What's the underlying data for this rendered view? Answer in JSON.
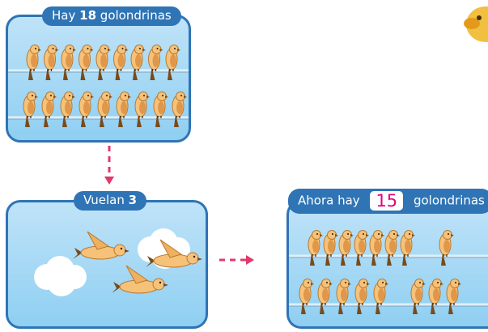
{
  "step1": {
    "text_before": "Hay",
    "number": "18",
    "text_after": "golondrinas"
  },
  "step2": {
    "text_before": "Vuelan",
    "number": "3"
  },
  "step3": {
    "text_before": "Ahora hay",
    "answer": "15",
    "text_after": "golondrinas"
  },
  "colors": {
    "frame": "#2f74b5",
    "sky": "#a9dbf6",
    "bird": "#f6c27a",
    "answer": "#e6007e",
    "arrow": "#e2386b"
  },
  "icons": [
    "swallow-icon",
    "cloud-icon",
    "arrow-down-icon",
    "arrow-right-icon"
  ]
}
